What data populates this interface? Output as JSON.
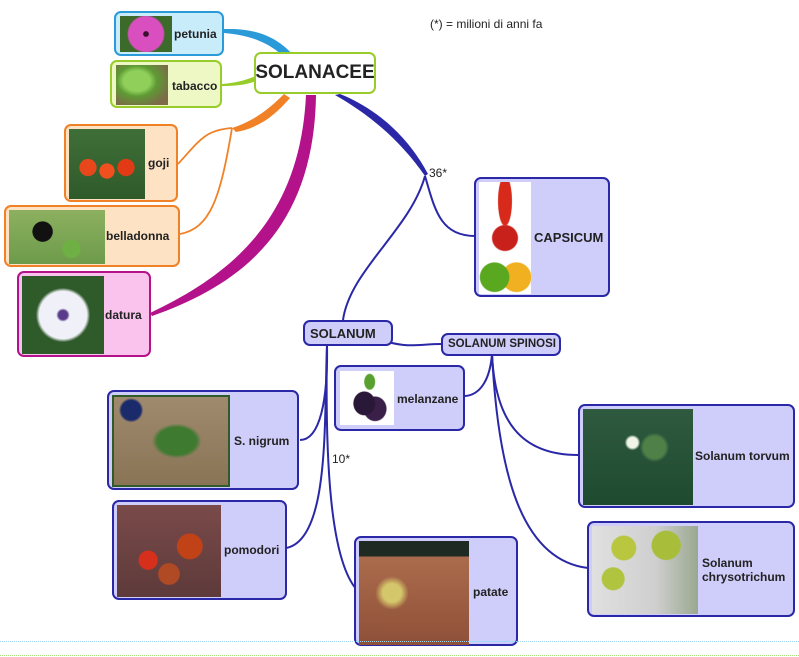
{
  "note": "(*) = milioni di anni fa",
  "root": {
    "label": "SOLANACEE"
  },
  "branch_labels": {
    "capsicum_split": "36*",
    "solanum_split": "10*"
  },
  "colors": {
    "petunia_branch": "#2a9ad9",
    "tabacco_branch": "#98cc2a",
    "goji_belladonna_branch": "#f08126",
    "datura_branch": "#b3128a",
    "solanum_branch": "#2a28a6"
  },
  "nodes": {
    "petunia": {
      "label": "petunia",
      "image": "petunia-flower-photo"
    },
    "tabacco": {
      "label": "tabacco",
      "image": "tobacco-plant-photo"
    },
    "goji": {
      "label": "goji",
      "image": "goji-berries-photo"
    },
    "belladonna": {
      "label": "belladonna",
      "image": "belladonna-berry-photo"
    },
    "datura": {
      "label": "datura",
      "image": "datura-flower-photo"
    },
    "capsicum": {
      "label": "CAPSICUM",
      "image": "peppers-photo"
    },
    "solanum": {
      "label": "SOLANUM"
    },
    "solanum_spinosi": {
      "label": "SOLANUM SPINOSI"
    },
    "melanzane": {
      "label": "melanzane",
      "image": "eggplants-photo"
    },
    "s_nigrum": {
      "label": "S. nigrum",
      "image": "solanum-nigrum-plant-photo"
    },
    "pomodori": {
      "label": "pomodori",
      "image": "tomatoes-photo"
    },
    "patate": {
      "label": "patate",
      "image": "potatoes-market-photo"
    },
    "solanum_torvum": {
      "label": "Solanum torvum",
      "image": "solanum-torvum-photo"
    },
    "solanum_chrysotrichum": {
      "label": "Solanum chrysotrichum",
      "image": "solanum-chrysotrichum-photo"
    }
  }
}
